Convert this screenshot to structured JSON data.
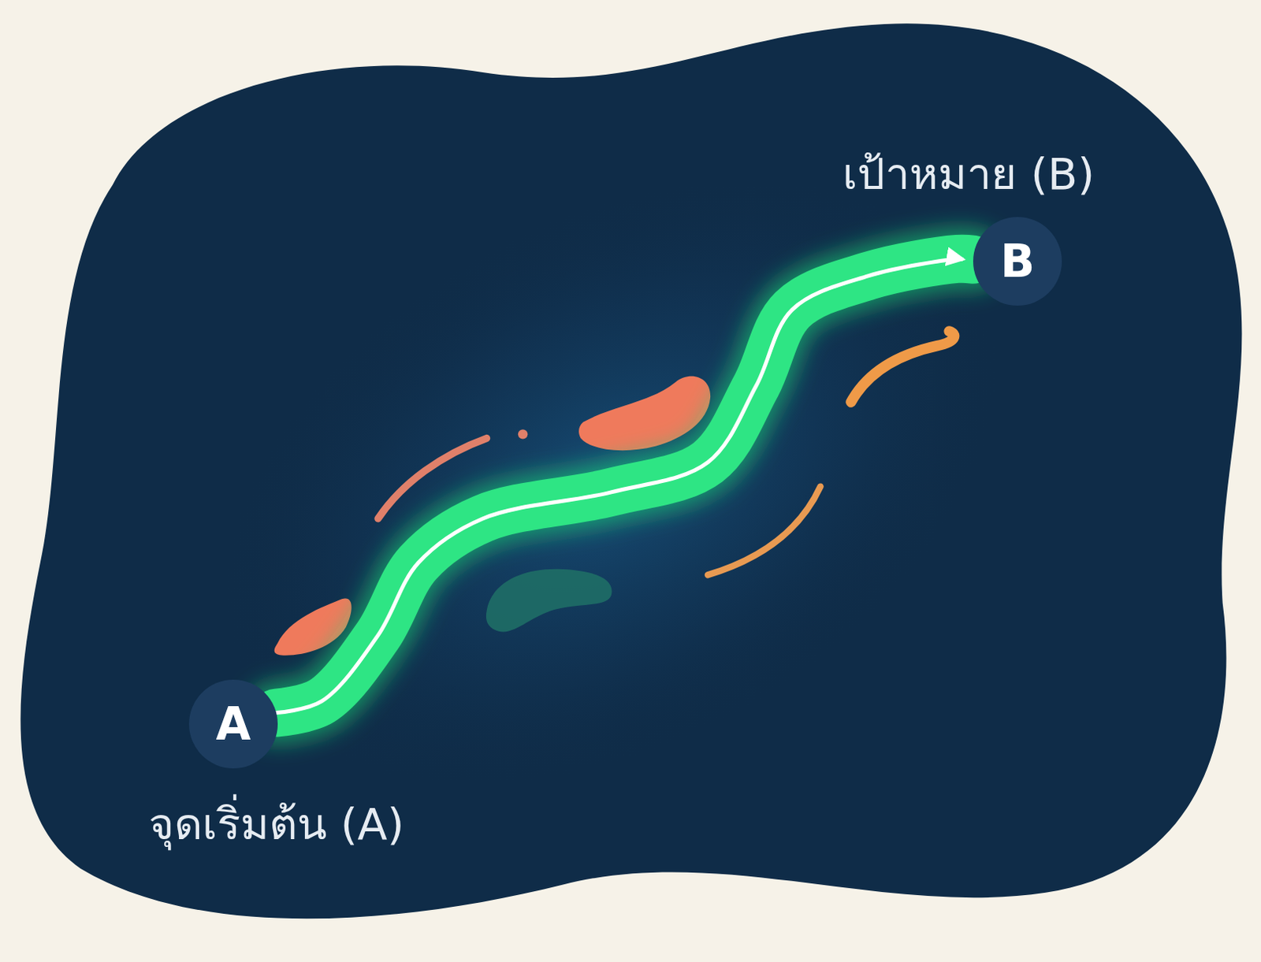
{
  "diagram": {
    "nodes": [
      {
        "text": [
          "เป้าหมาย (B)",
          "B"
        ]
      },
      {
        "text": [
          "A",
          "จุดเริ่มต้น (A)"
        ]
      }
    ],
    "edges": [
      {
        "from": 1,
        "to": 0,
        "arrow": "to"
      }
    ]
  }
}
